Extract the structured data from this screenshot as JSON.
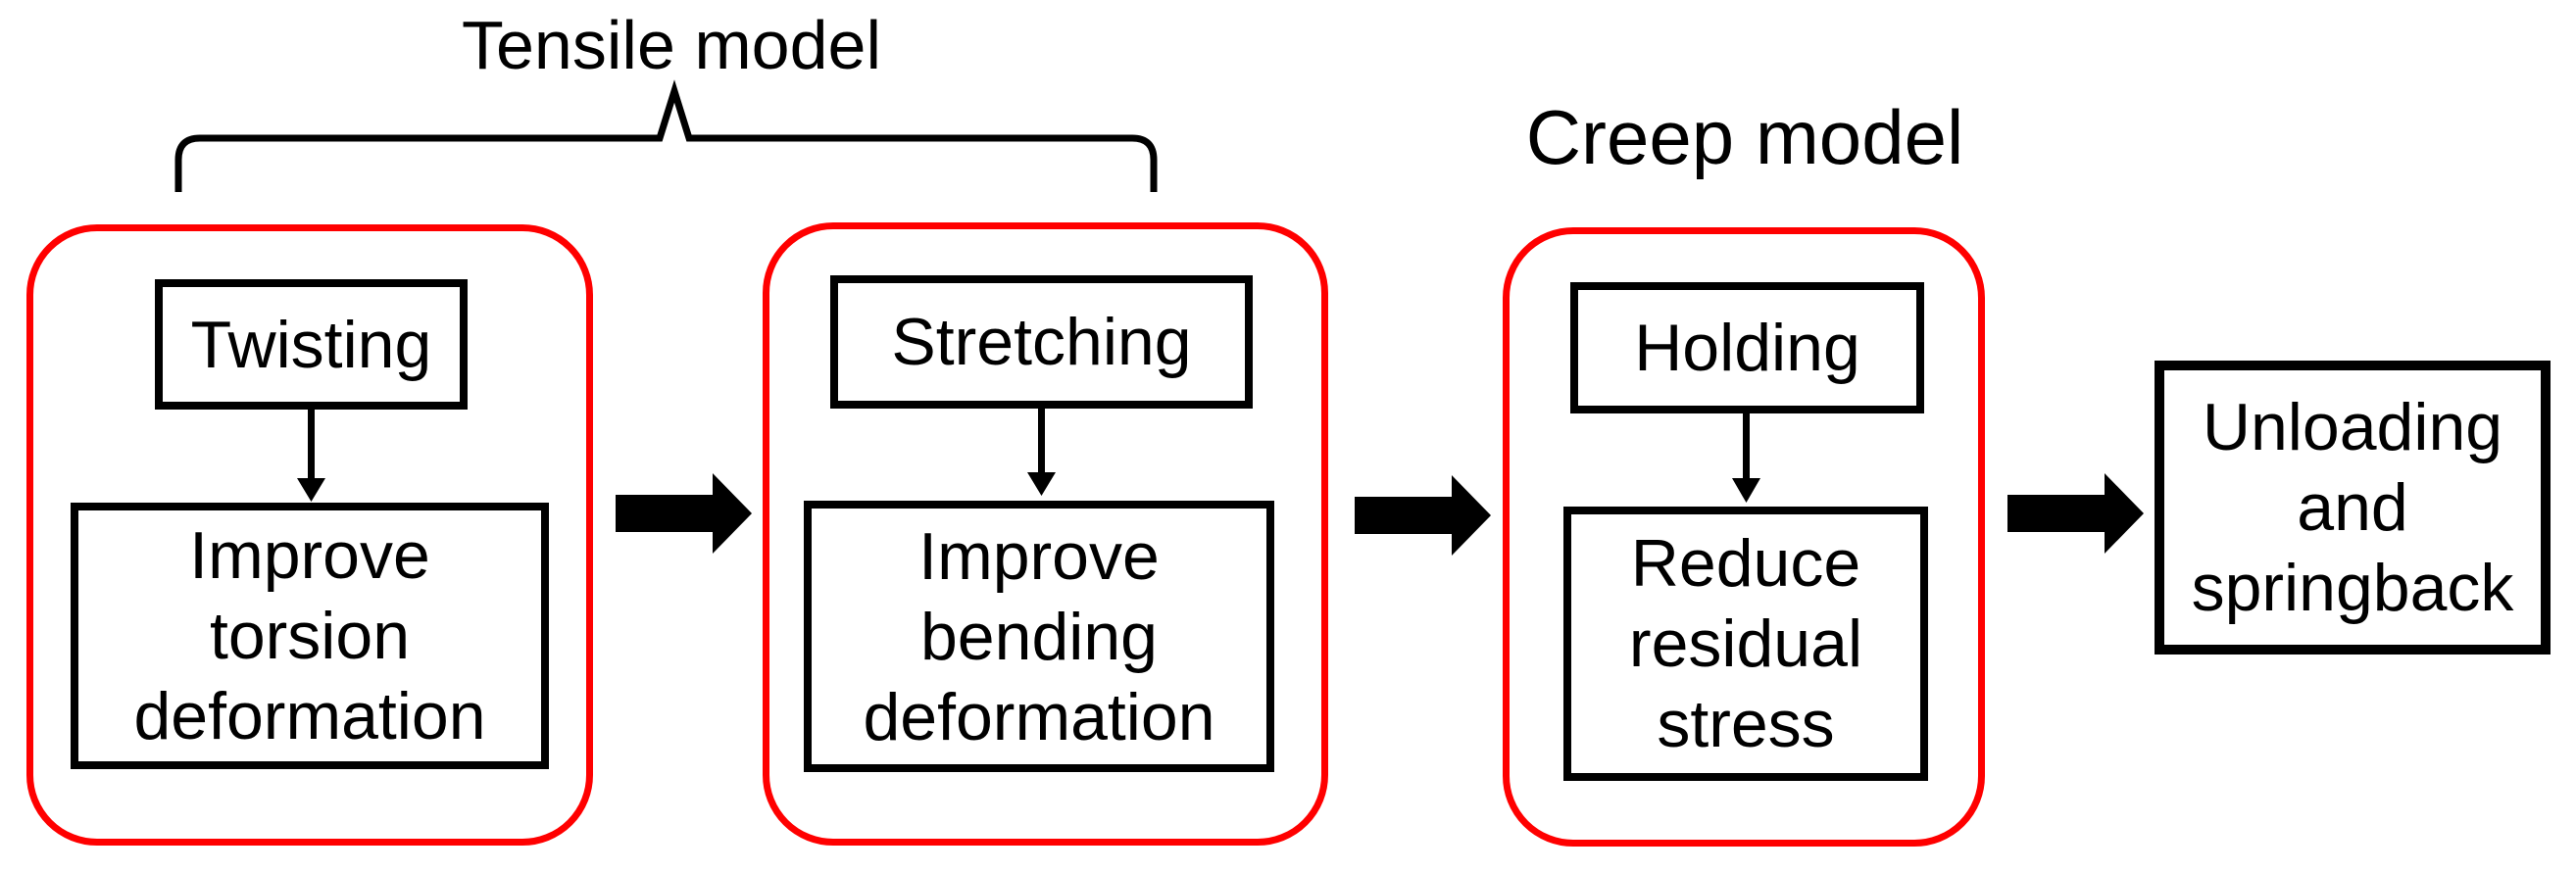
{
  "titles": {
    "tensile": "Tensile model",
    "creep": "Creep model"
  },
  "groups": [
    {
      "name": "tensile-twisting",
      "step": "Twisting",
      "effect": "Improve\ntorsion\ndeformation"
    },
    {
      "name": "tensile-stretching",
      "step": "Stretching",
      "effect": "Improve\nbending\ndeformation"
    },
    {
      "name": "creep-holding",
      "step": "Holding",
      "effect": "Reduce\nresidual\nstress"
    }
  ],
  "final_step": "Unloading\nand\nspringback",
  "colors": {
    "group_outline": "#FF0000",
    "ink": "#000000",
    "background": "#FFFFFF"
  }
}
